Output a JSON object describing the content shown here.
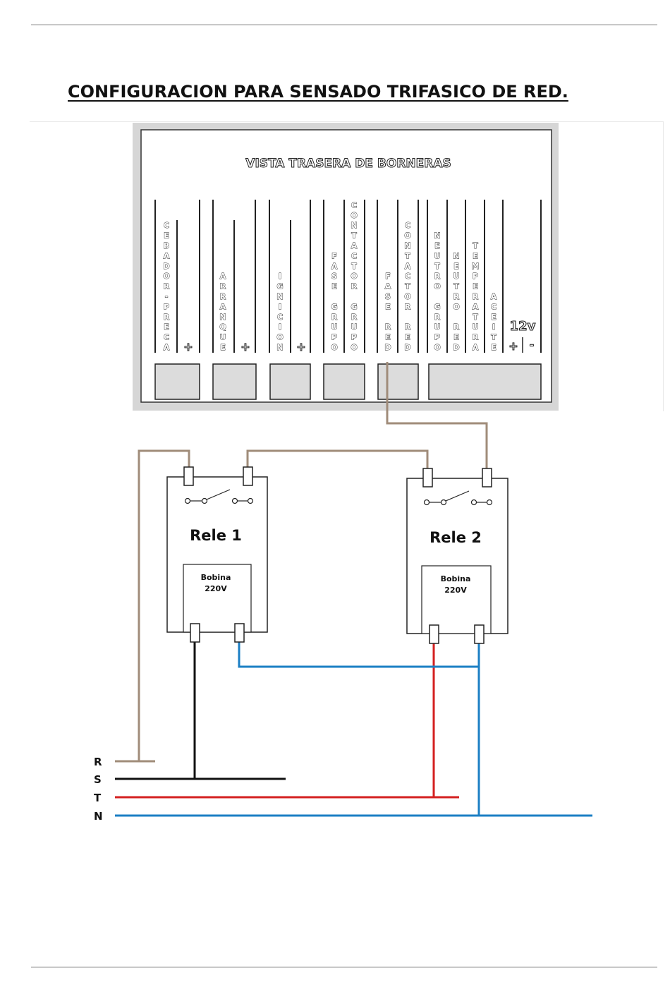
{
  "page": {
    "title": "CONFIGURACION PARA SENSADO TRIFASICO DE RED."
  },
  "panel": {
    "heading": "VISTA TRASERA DE BORNERAS",
    "terminals": [
      {
        "label": "CEBADOR-PRECA",
        "sign": "+"
      },
      {
        "label": "ARRANQUE",
        "sign": "+"
      },
      {
        "label": "IGNICION",
        "sign": "+"
      },
      {
        "label": "FASE GRUPO"
      },
      {
        "label": "CONTACTOR GRUPO"
      },
      {
        "label": "FASE RED"
      },
      {
        "label": "CONTACTOR RED"
      },
      {
        "label": "NEUTRO GRUPO"
      },
      {
        "label": "NEUTRO RED"
      },
      {
        "label": "TEMPERATURA"
      },
      {
        "label": "ACEITE"
      }
    ],
    "supply": {
      "label": "12v",
      "plus": "+",
      "minus": "-"
    }
  },
  "relays": [
    {
      "title": "Rele 1",
      "coil_name": "Bobina",
      "coil_voltage": "220V"
    },
    {
      "title": "Rele 2",
      "coil_name": "Bobina",
      "coil_voltage": "220V"
    }
  ],
  "lines": [
    {
      "label": "R",
      "color": "#a08c7a"
    },
    {
      "label": "S",
      "color": "#111111"
    },
    {
      "label": "T",
      "color": "#d42020"
    },
    {
      "label": "N",
      "color": "#1b7fc4"
    }
  ],
  "colors": {
    "panel_frame": "#d6d6d6",
    "panel_face": "#ffffff",
    "terminal_block": "#dcdcdc"
  }
}
